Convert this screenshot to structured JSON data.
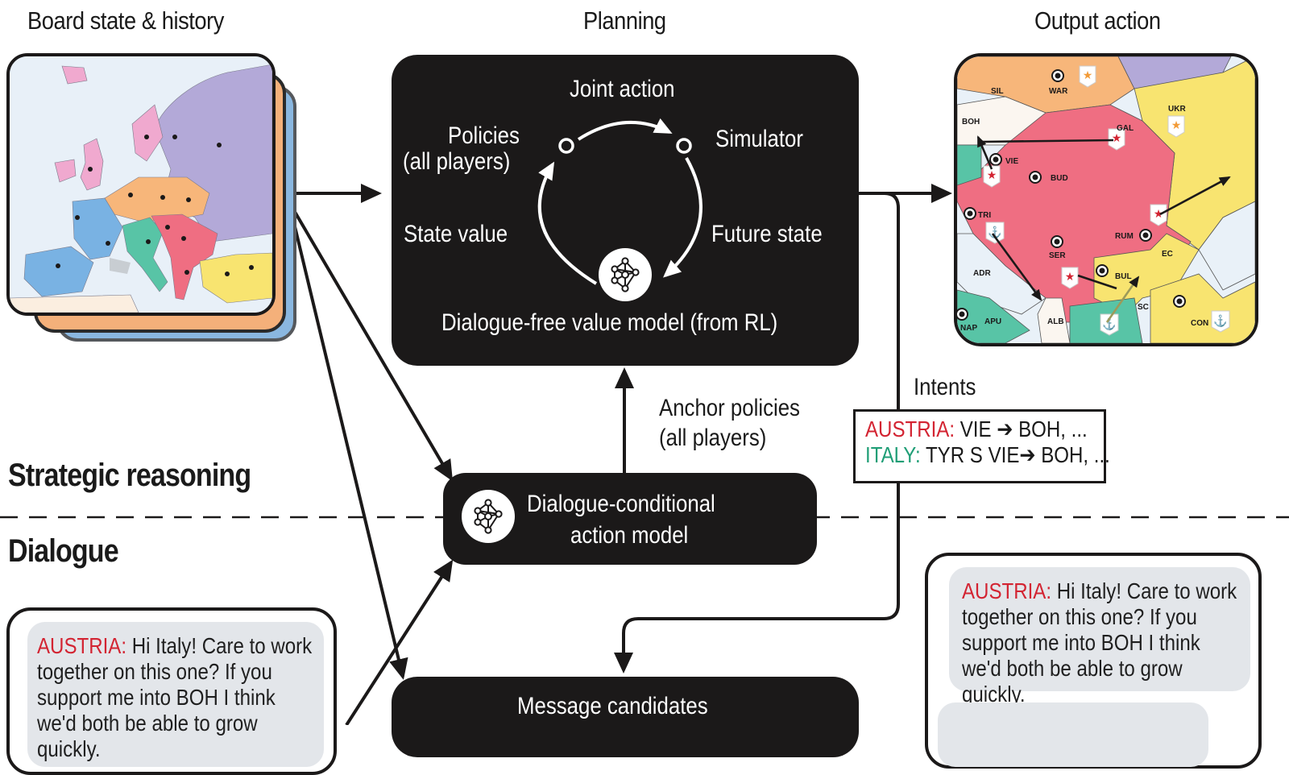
{
  "headers": {
    "board": "Board state & history",
    "planning": "Planning",
    "output": "Output action"
  },
  "sections": {
    "strategic": "Strategic reasoning",
    "dialogue": "Dialogue"
  },
  "planning_box": {
    "joint_action": "Joint action",
    "policies_line1": "Policies",
    "policies_line2": "(all players)",
    "simulator": "Simulator",
    "state_value": "State value",
    "future_state": "Future state",
    "value_model": "Dialogue-free value model (from RL)"
  },
  "anchor": {
    "line1": "Anchor policies",
    "line2": "(all players)"
  },
  "action_model": {
    "line1": "Dialogue-conditional",
    "line2": "action model"
  },
  "intents": {
    "title": "Intents",
    "rows": [
      {
        "country": "AUSTRIA:",
        "order": " VIE ➔ BOH, ...",
        "color": "#d32432"
      },
      {
        "country": "ITALY:",
        "order": " TYR S VIE➔ BOH, ...",
        "color": "#1f9e76"
      }
    ]
  },
  "message_candidates": {
    "label": "Message candidates"
  },
  "left_chat": {
    "speaker": "AUSTRIA:",
    "text": " Hi Italy! Care to work together on this one? If you support me into BOH I think we'd both be able to grow quickly."
  },
  "right_chat": {
    "speaker": "AUSTRIA:",
    "text": " Hi Italy! Care to work together on this one? If you support me into BOH I think we'd both be able to grow quickly."
  },
  "output_map": {
    "labels": [
      "SIL",
      "WAR",
      "UKR",
      "BOH",
      "GAL",
      "VIE",
      "BUD",
      "TRI",
      "RUM",
      "SER",
      "EC",
      "ADR",
      "BUL",
      "SC",
      "APU",
      "ALB",
      "NAP",
      "CON"
    ]
  },
  "colors": {
    "austria": "#d32432",
    "italy": "#1f9e76",
    "box": "#1b1919",
    "bubble": "#e3e6ea"
  }
}
